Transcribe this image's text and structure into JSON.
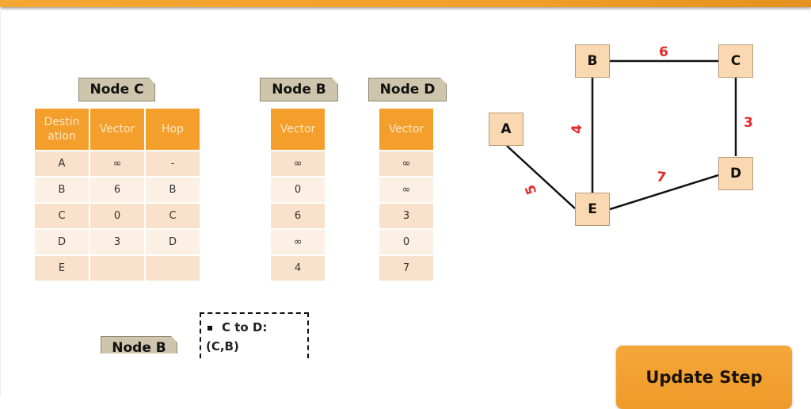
{
  "tables": {
    "node_c": {
      "title": "Node C",
      "headers": [
        "Destin ation",
        "Vector",
        "Hop"
      ],
      "rows": [
        [
          "A",
          "∞",
          "-"
        ],
        [
          "B",
          "6",
          "B"
        ],
        [
          "C",
          "0",
          "C"
        ],
        [
          "D",
          "3",
          "D"
        ],
        [
          "E",
          "",
          ""
        ]
      ]
    },
    "node_b": {
      "title": "Node B",
      "headers": [
        "Vector"
      ],
      "rows": [
        [
          "∞"
        ],
        [
          "0"
        ],
        [
          "6"
        ],
        [
          "∞"
        ],
        [
          "4"
        ]
      ]
    },
    "node_d": {
      "title": "Node D",
      "headers": [
        "Vector"
      ],
      "rows": [
        [
          "∞"
        ],
        [
          "∞"
        ],
        [
          "3"
        ],
        [
          "0"
        ],
        [
          "7"
        ]
      ]
    }
  },
  "graph": {
    "nodes": [
      "A",
      "B",
      "C",
      "D",
      "E"
    ],
    "edges": [
      {
        "from": "B",
        "to": "C",
        "weight": "6"
      },
      {
        "from": "C",
        "to": "D",
        "weight": "3"
      },
      {
        "from": "B",
        "to": "E",
        "weight": "4"
      },
      {
        "from": "E",
        "to": "D",
        "weight": "7"
      },
      {
        "from": "A",
        "to": "E",
        "weight": "5"
      }
    ]
  },
  "note": {
    "line1": "C to D:",
    "line2": "(C,B)"
  },
  "partial_tag": "Node B",
  "update_button": "Update Step",
  "colors": {
    "accent": "#f49f2b",
    "tag_bg": "#cfc5ad",
    "node_bg": "#fad9b2",
    "weight": "#e22a2a"
  }
}
